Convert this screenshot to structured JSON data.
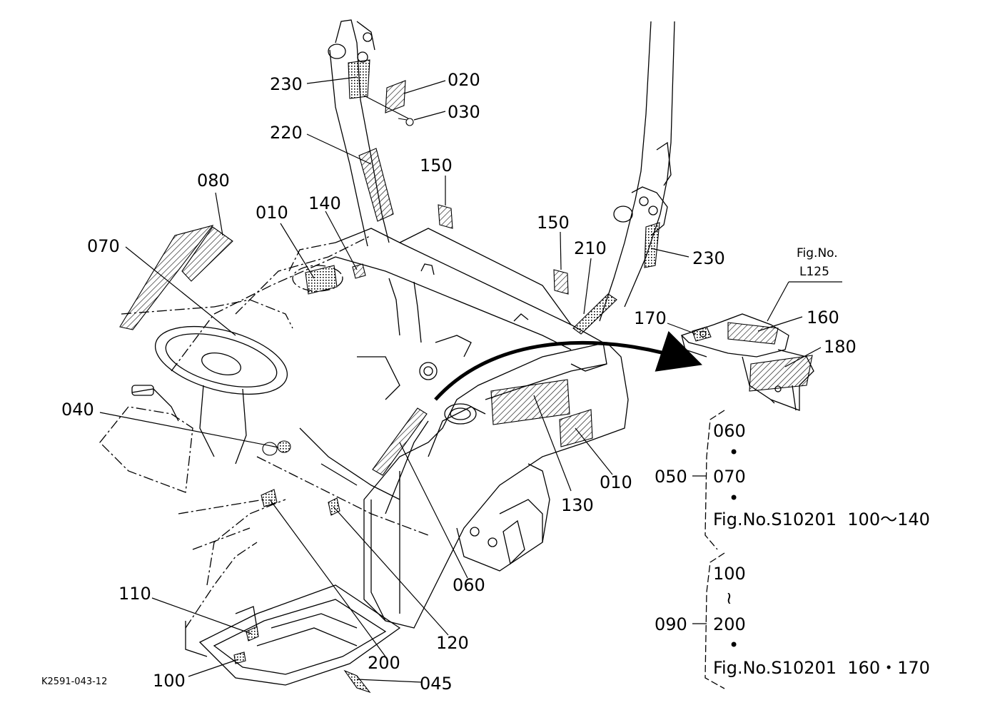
{
  "figure_code": "K2591-043-12",
  "callouts": {
    "c230a": "230",
    "c020": "020",
    "c030": "030",
    "c220": "220",
    "c150a": "150",
    "c080": "080",
    "c010a": "010",
    "c140": "140",
    "c070": "070",
    "c150b": "150",
    "c210": "210",
    "c230b": "230",
    "c170": "170",
    "c160": "160",
    "c180": "180",
    "c040": "040",
    "c010b": "010",
    "c130": "130",
    "c060": "060",
    "c110": "110",
    "c200": "200",
    "c120": "120",
    "c100": "100",
    "c045": "045"
  },
  "reference": {
    "line1": "Fig.No.",
    "line2": "L125"
  },
  "group_050": {
    "code": "050",
    "items": [
      "060",
      "•",
      "070",
      "•",
      "Fig.No.S10201  100～140"
    ]
  },
  "group_090": {
    "code": "090",
    "items": [
      "100",
      "≀",
      "200",
      "•",
      "Fig.No.S10201  160・170"
    ]
  }
}
